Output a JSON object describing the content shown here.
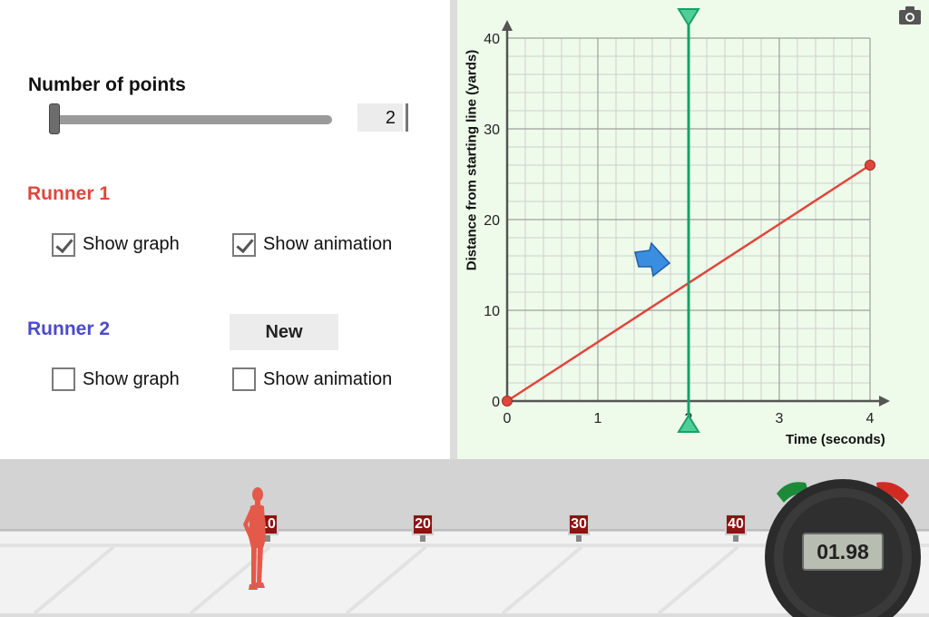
{
  "controls": {
    "points_label": "Number of points",
    "points_value": "2",
    "runner1": {
      "title": "Runner 1",
      "color": "#e0463c",
      "show_graph_label": "Show graph",
      "show_graph_checked": true,
      "show_animation_label": "Show animation",
      "show_animation_checked": true
    },
    "runner2": {
      "title": "Runner 2",
      "color": "#4b4bcc",
      "show_graph_label": "Show graph",
      "show_graph_checked": false,
      "show_animation_label": "Show animation",
      "show_animation_checked": false
    },
    "new_button_label": "New"
  },
  "chart_data": {
    "type": "line",
    "xlabel": "Time (seconds)",
    "ylabel": "Distance from starting line (yards)",
    "xlim": [
      0,
      4
    ],
    "ylim": [
      0,
      40
    ],
    "x_ticks": [
      "0",
      "1",
      "2",
      "3",
      "4"
    ],
    "y_ticks": [
      "0",
      "10",
      "20",
      "30",
      "40"
    ],
    "grid": true,
    "series": [
      {
        "color": "#e0463c",
        "x": [
          0,
          4
        ],
        "y": [
          0,
          26
        ]
      }
    ],
    "time_cursor": 2,
    "cursor_color": "#1aa06a"
  },
  "track": {
    "markers": [
      "10",
      "20",
      "30",
      "40"
    ]
  },
  "stopwatch": {
    "display": "01.98"
  },
  "icons": {
    "camera": "camera-icon",
    "pointer": "arrow-pointer-icon"
  }
}
